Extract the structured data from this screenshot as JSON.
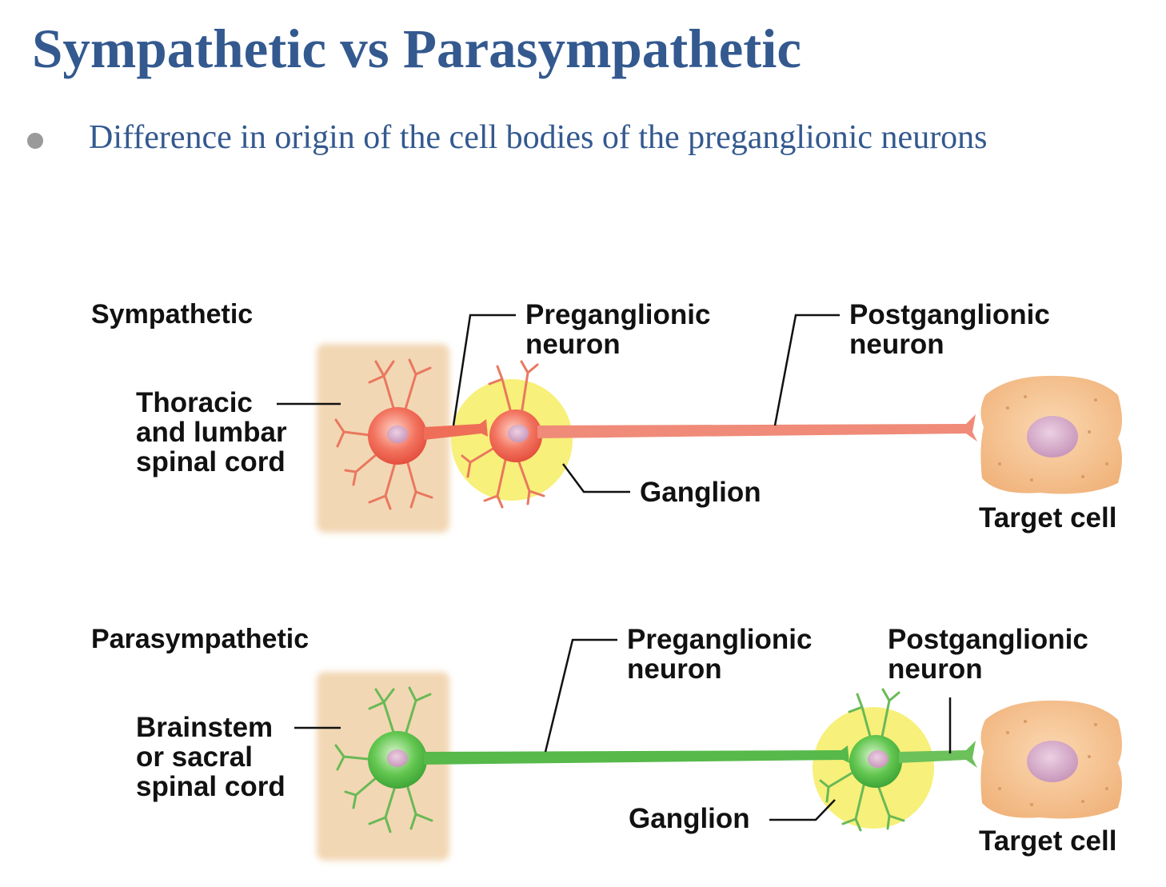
{
  "slide": {
    "title": "Sympathetic vs Parasympathetic",
    "bullet": "Difference in origin of the cell bodies of the preganglionic neurons"
  },
  "sympathetic": {
    "heading": "Sympathetic",
    "origin": "Thoracic\nand lumbar\nspinal cord",
    "preganglionic": "Preganglionic\nneuron",
    "postganglionic": "Postganglionic\nneuron",
    "ganglion": "Ganglion",
    "target": "Target cell"
  },
  "parasympathetic": {
    "heading": "Parasympathetic",
    "origin": "Brainstem\nor sacral\nspinal cord",
    "preganglionic": "Preganglionic\nneuron",
    "postganglionic": "Postganglionic\nneuron",
    "ganglion": "Ganglion",
    "target": "Target cell"
  },
  "colors": {
    "title": "#33598f",
    "sympathetic_neuron": "#f0705c",
    "parasympathetic_neuron": "#5cc24a",
    "ganglion": "#f7f07a",
    "spinal_cord": "#f2d7b4",
    "target_cell": "#f5c48e",
    "nucleus": "#d6a9c9"
  }
}
